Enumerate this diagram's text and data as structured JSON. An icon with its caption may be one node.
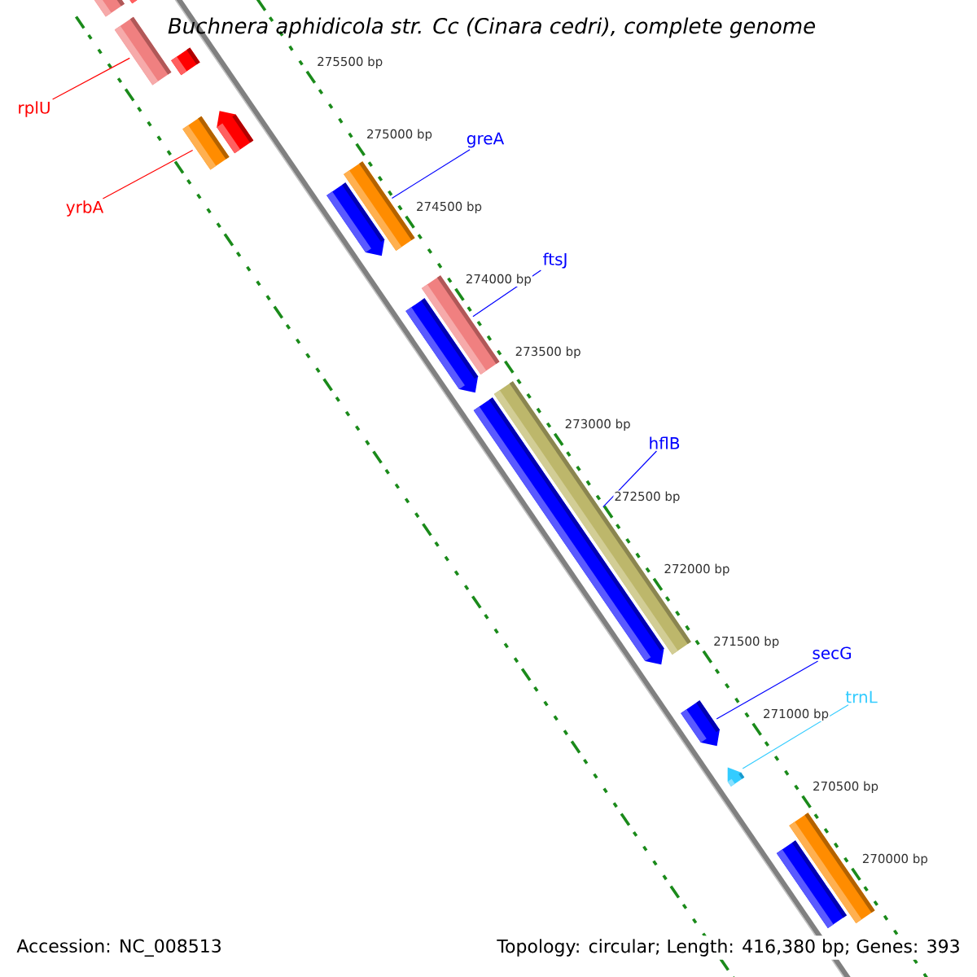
{
  "diagram": {
    "title": "Buchnera aphidicola str. Cc (Cinara cedri), complete genome",
    "nodes": [
      {
        "text": [
          "rplU"
        ]
      },
      {
        "text": [],
        "shape": "bar"
      },
      {
        "text": [],
        "shape": "bar"
      },
      {
        "text": [],
        "shape": "bar"
      },
      {
        "text": [],
        "shape": "bar"
      },
      {
        "text": [
          "yrbA"
        ]
      },
      {
        "text": [],
        "shape": "bar"
      },
      {
        "text": [],
        "shape": "arrow"
      },
      {
        "text": [
          "greA"
        ]
      },
      {
        "text": [],
        "shape": "arrow"
      },
      {
        "text": [],
        "shape": "bar"
      },
      {
        "text": [
          "ftsJ"
        ]
      },
      {
        "text": [],
        "shape": "arrow"
      },
      {
        "text": [],
        "shape": "bar"
      },
      {
        "text": [
          "hflB"
        ]
      },
      {
        "text": [],
        "shape": "arrow"
      },
      {
        "text": [],
        "shape": "bar"
      },
      {
        "text": [
          "secG"
        ]
      },
      {
        "text": [],
        "shape": "arrow"
      },
      {
        "text": [
          "trnL"
        ]
      },
      {
        "text": [],
        "shape": "arrow"
      },
      {
        "text": [],
        "shape": "bar"
      },
      {
        "text": [],
        "shape": "bar"
      }
    ],
    "edges": [
      {
        "from": 0,
        "to": 3,
        "arrow": "none",
        "color": "#ff0000"
      },
      {
        "from": 5,
        "to": 6,
        "arrow": "none",
        "color": "#ff0000"
      },
      {
        "from": 8,
        "to": 10,
        "arrow": "none"
      },
      {
        "from": 11,
        "to": 13,
        "arrow": "none"
      },
      {
        "from": 14,
        "to": 16,
        "arrow": "none"
      },
      {
        "from": 17,
        "to": 18,
        "arrow": "none"
      },
      {
        "from": 19,
        "to": 20,
        "arrow": "none",
        "color": "#33ccff"
      }
    ],
    "labels": [
      "275500 bp",
      "275000 bp",
      "274500 bp",
      "274000 bp",
      "273500 bp",
      "273000 bp",
      "272500 bp",
      "272000 bp",
      "271500 bp",
      "271000 bp",
      "270500 bp",
      "270000 bp",
      "Accession: NC_008513",
      "Topology: circular; Length: 416,380 bp; Genes: 393"
    ]
  }
}
